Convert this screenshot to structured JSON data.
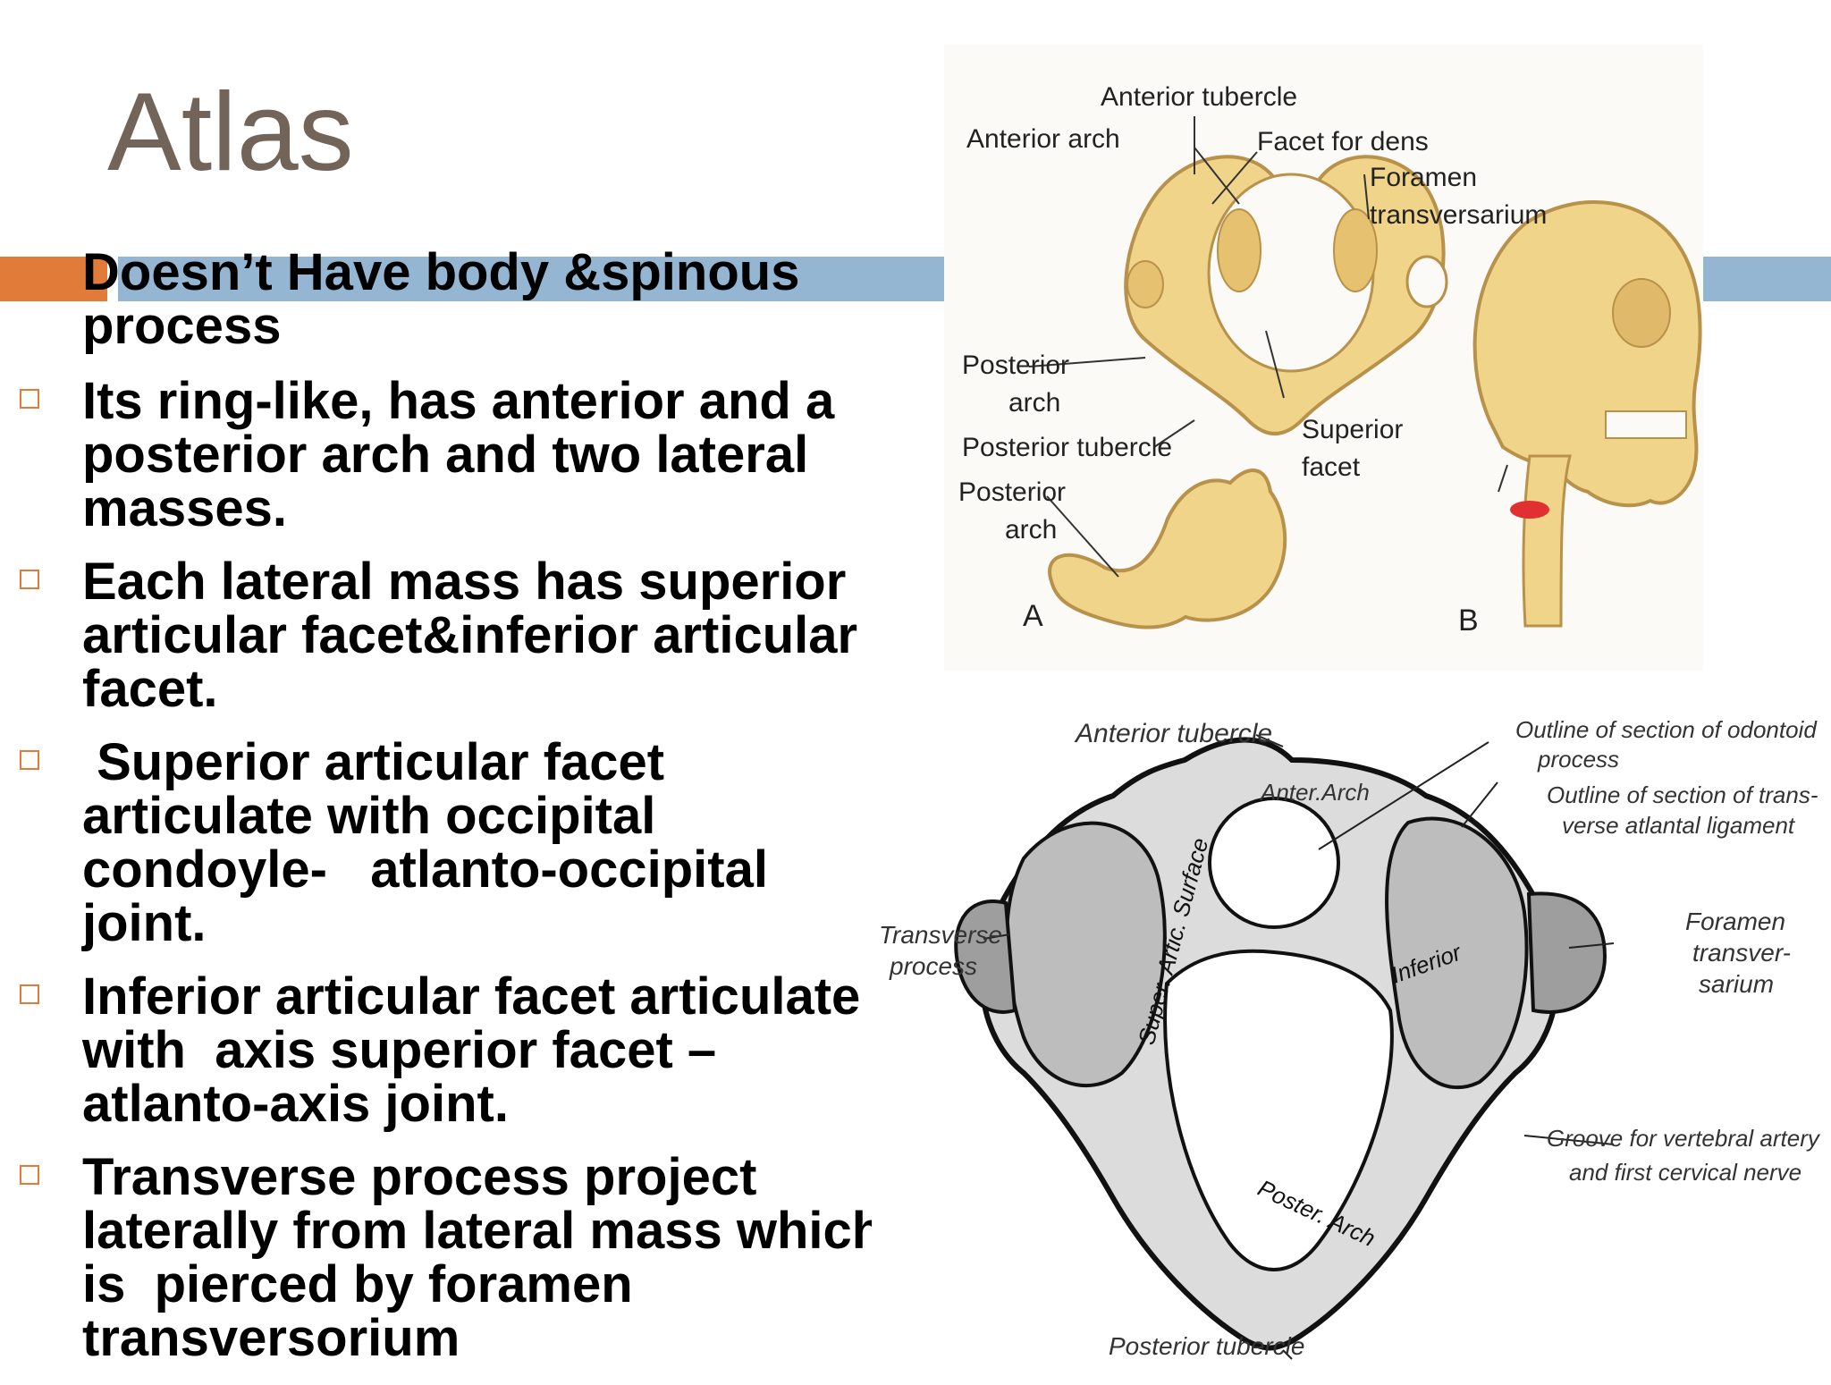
{
  "slide": {
    "title": "Atlas",
    "intro": "Doesn’t Have body &spinous process",
    "bullets": [
      "Its ring-like, has anterior and a posterior arch and two lateral masses.",
      "Each lateral mass has superior articular facet&inferior articular facet.",
      " Superior articular facet articulate with occipital condoyle-   atlanto-occipital joint.",
      "Inferior articular facet articulate with  axis superior facet –atlanto-axis joint.",
      "Transverse process project laterally from lateral mass which is  pierced by foramen transversorium"
    ]
  },
  "figure_top": {
    "labels": {
      "anterior_tubercle": "Anterior tubercle",
      "anterior_arch": "Anterior arch",
      "facet_for_dens": "Facet for dens",
      "foramen_line1": "Foramen",
      "foramen_line2": "transversarium",
      "posterior_arch_line1": "Posterior",
      "posterior_arch_line2": "arch",
      "posterior_tubercle": "Posterior tubercle",
      "superior_facet_line1": "Superior",
      "superior_facet_line2": "facet",
      "posterior_arch2_line1": "Posterior",
      "posterior_arch2_line2": "arch",
      "panel_a": "A",
      "panel_b": "B"
    }
  },
  "figure_bottom": {
    "labels": {
      "anterior_tubercle": "Anterior tubercle",
      "anter_arch": "Anter.Arch",
      "outline_odontoid_1": "Outline of section of odontoid",
      "outline_odontoid_2": "process",
      "outline_ligament_1": "Outline of section of trans-",
      "outline_ligament_2": "verse atlantal ligament",
      "transverse_1": "Transverse",
      "transverse_2": "process",
      "super_artic": "Super. Artic. Surface",
      "inferior": "Inferior",
      "foramen_1": "Foramen",
      "foramen_2": "transver-",
      "foramen_3": "sarium",
      "groove_1": "Groove for vertebral artery",
      "groove_2": "and first cervical nerve",
      "poster_arch": "Poster. Arch",
      "posterior_tubercle": "Posterior tubercle"
    }
  },
  "colors": {
    "accent_orange": "#e07b39",
    "accent_blue": "#94b6d2",
    "title_color": "#73645a",
    "bone_fill": "#f0d48a",
    "bone_stroke": "#b8914a"
  }
}
